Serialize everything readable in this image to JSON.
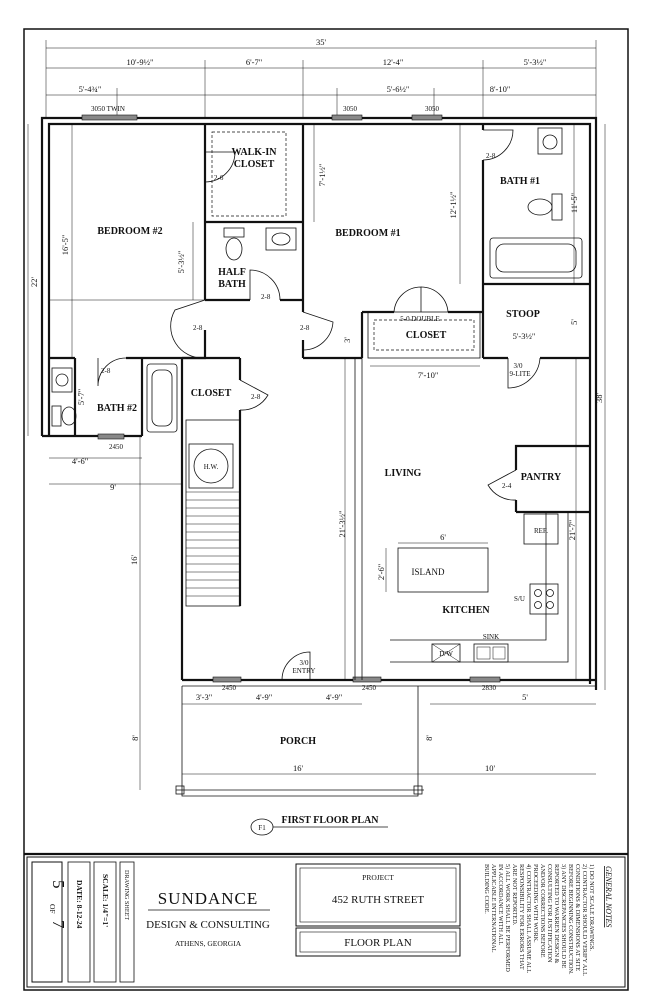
{
  "rooms": {
    "bedroom2": "BEDROOM #2",
    "walkin": [
      "WALK-IN",
      "CLOSET"
    ],
    "bedroom1": "BEDROOM #1",
    "bath1": "BATH #1",
    "halfbath": [
      "HALF",
      "BATH"
    ],
    "closet_double": "CLOSET",
    "closet_double_door": "5-0 DOUBLE",
    "stoop": "STOOP",
    "bath2": "BATH #2",
    "closet": "CLOSET",
    "hw": "H.W.",
    "living": "LIVING",
    "pantry": "PANTRY",
    "ref": "REF.",
    "island": "ISLAND",
    "kitchen": "KITCHEN",
    "su": "S/U",
    "sink": "SINK",
    "dw": "D/W",
    "porch": "PORCH",
    "entry": [
      "3/0",
      "ENTRY"
    ],
    "lite": [
      "3/0",
      "9-LITE"
    ]
  },
  "doors": {
    "d26_walkin": "2-6",
    "d28_bath1": "2-8",
    "d28_halfbath": "2-8",
    "d28_hall_left": "2-8",
    "d28_hall_right": "2-8",
    "d28_bath2": "2-8",
    "d28_closet": "2-8",
    "d24_pantry": "2-4"
  },
  "windows": {
    "w1": "3050 TWIN",
    "w2": "3050",
    "w3": "3050",
    "w4": "2450",
    "w5": "2450",
    "w6": "2450",
    "w7": "2830"
  },
  "dims": {
    "overall_width": "35'",
    "top_a": "10'-9½\"",
    "top_b": "6'-7\"",
    "top_c": "12'-4\"",
    "top_d": "5'-3½\"",
    "row2_a": "5'-4¾\"",
    "row2_b": "5'-6½\"",
    "row2_c": "8'-10\"",
    "left_22": "22'",
    "bed2_h": "16'-5\"",
    "walkin_h": "7'-1½\"",
    "halfbath_h": "5'-3½\"",
    "bath1_h": "12'-1½\"",
    "bath1_out": "11'-5\"",
    "stoop_h": "5'",
    "stoop_w": "5'-3½\"",
    "right_38": "38'",
    "closet_gap": "3'",
    "closet_w": "7'-10\"",
    "bath2_h": "5'-7\"",
    "d_4_6": "4'-6\"",
    "d_9": "9'",
    "living_h": "21'-3½\"",
    "kitchen_h": "21'-7\"",
    "island_w": "6'",
    "island_h": "2'-6\"",
    "left_16": "16'",
    "front_a": "3'-3\"",
    "front_b": "4'-9\"",
    "front_c": "4'-9\"",
    "right_5": "5'",
    "porch_h_l": "8'",
    "porch_h_r": "8'",
    "porch_w": "16'",
    "porch_right": "10'"
  },
  "plan": {
    "marker": "F1",
    "title": "FIRST FLOOR PLAN"
  },
  "titleblock": {
    "sheet_num": "5",
    "sheet_of": "OF",
    "sheet_total": "7",
    "date": "DATE: 8-12-24",
    "scale": "SCALE: 1/4\"=1'",
    "drawn": "DRAWING SHEET",
    "company_name": "SUNDANCE",
    "company_sub": "DESIGN & CONSULTING",
    "company_loc": "ATHENS, GEORGIA",
    "project_label": "PROJECT",
    "project_addr": "452 RUTH STREET",
    "sheet_title": "FLOOR PLAN"
  },
  "notes": {
    "heading": "GENERAL NOTES",
    "lines": [
      "1) DO NOT SCALE DRAWINGS.",
      "2) CONTRACTOR SHOULD VERIFY ALL",
      "   CONDITIONS & DIMENSIONS AT SITE",
      "   BEFORE BEGINNING CONSTRUCTION.",
      "3) ANY DISCREPANCIES SHOULD BE",
      "   REPORTED TO WARREN DESIGN &",
      "   CONSULTING FOR JUSTIFICATION",
      "   AND/OR CORRECTIONS BEFORE",
      "   PROCEEDING WITH WORK.",
      "4) CONTRACTOR SHALL ASSUME ALL",
      "   RESPONSIBILITY FOR ERRORS THAT",
      "   ARE NOT REPORTED.",
      "5) ALL WORK SHALL BE PERFORMED",
      "   IN ACCORDANCE WITH ALL",
      "   APPLICABLE INTERNATIONAL",
      "   BUILDING CODE."
    ]
  }
}
